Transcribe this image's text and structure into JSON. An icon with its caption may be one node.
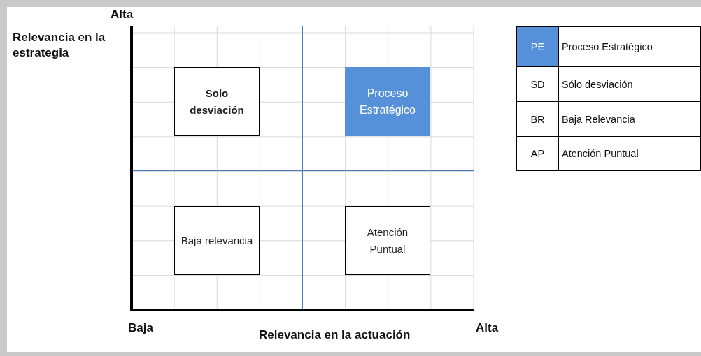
{
  "diagram": {
    "nodes": [
      {
        "text": [
          "Solo desviación"
        ]
      },
      {
        "text": [
          "Proceso Estratégico"
        ]
      },
      {
        "text": [
          "Baja relevancia"
        ]
      },
      {
        "text": [
          "Atención Puntual"
        ]
      }
    ],
    "labels": [
      "Alta",
      "Relevancia en la estrategia",
      "PE",
      "Proceso Estratégico",
      "SD",
      "Sólo desviación",
      "BR",
      "Baja Relevancia",
      "AP",
      "Atención Puntual",
      "Baja",
      "Relevancia en la actuación",
      "Alta"
    ]
  }
}
